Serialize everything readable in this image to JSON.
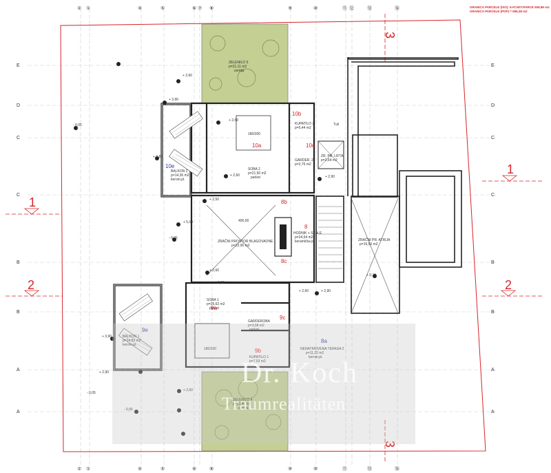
{
  "legend": {
    "line1": "GRANICA PARCELE (ISO): KAT.NST.PARCE 509,86 m2",
    "line2": "GRANICA PARCELE (POP) = 596,38 m2"
  },
  "axes_top": [
    "②",
    "①",
    "④",
    "⑤",
    "⑥",
    "⑦",
    "⑧",
    "⑨",
    "⑩",
    "⑪",
    "⑫",
    "⑬",
    "⑭"
  ],
  "axes_side": [
    "E",
    "D",
    "C",
    "C",
    "B",
    "B",
    "A",
    "A"
  ],
  "section_marks": {
    "three_top": "3",
    "three_bottom": "3",
    "one_left": "1",
    "one_right": "1",
    "two_left": "2",
    "two_right": "2"
  },
  "rooms": {
    "green_top": {
      "name": "ZELENILO 5",
      "area": "p=21,11 m2",
      "floor": "zemlja"
    },
    "green_bottom": {
      "name": "ZELENILO 4",
      "area": "p=21,40 m2",
      "floor": "zemlja"
    },
    "balkon2": {
      "name": "BALKON 2",
      "area": "p=14,36 m2",
      "floor": "kerom.pl.",
      "tag": "10e"
    },
    "balkon1": {
      "name": "BALKON 1",
      "area": "p=14,83 m2",
      "floor": "kerom.pl.",
      "tag": "9e"
    },
    "soba2": {
      "name": "SOBA 2",
      "area": "p=21,50 m2",
      "floor": "parket",
      "tag": "10a"
    },
    "soba1": {
      "name": "SOBA 1",
      "area": "p=25,62 m2",
      "floor": "parket",
      "tag": "9a"
    },
    "kupatilo2": {
      "name": "KUPATILO 2",
      "area": "p=5,44 m2",
      "tag": "10b"
    },
    "kupatilo1": {
      "name": "KUPATILO 1",
      "area": "p=7,53 m2",
      "tag": "9b"
    },
    "garder2": {
      "name": "GARDER. 2",
      "area": "p=2,76 m2",
      "tag": "10c"
    },
    "garderoba": {
      "name": "GARDEROBA",
      "area": "p=3,58 m2",
      "floor": "parket",
      "tag": "9c"
    },
    "lift": {
      "name": "ZR. PR. LIFTA",
      "area": "p=2,64 m2"
    },
    "light_well": {
      "name": "ZRAČNI PROSTOR BLAGOVAONE",
      "area": "p=22,06 m2",
      "dim": "400,00"
    },
    "hodnik": {
      "name": "HODNIK + SKALE",
      "area": "p=24,54 m2",
      "floor": "keramička pl.",
      "tag": "8"
    },
    "atrij": {
      "name": "ZRAČNI PR. ATRIJA",
      "area": "p=16,56 m2"
    },
    "terasa2": {
      "name": "NENATKRIVENA TERASA 2",
      "area": "p=11,22 m2",
      "floor": "kerom.pl.",
      "tag": "8a"
    },
    "tag_8b": "8b",
    "tag_8c": "8c"
  },
  "levels": [
    "+ 2,60",
    "+ 3,90",
    "+ 3,80",
    "+ 5,00",
    "+ 2,90",
    "- 0,05",
    "+ 2,50",
    "+ 2,60",
    "± 0,00",
    "+ 2,90",
    "+ 3,90",
    "+ 2,60",
    "- 0,05",
    "- 0,05",
    "- 0,06",
    "+ 2,60",
    "+ 2,60",
    "+ 2,60",
    "+ 0,10",
    "+ 2,90"
  ],
  "furniture": {
    "bed_top": "180/200",
    "bed_bottom": "180/200",
    "tuš": "Tuš"
  },
  "watermark": {
    "title": "Dr. Koch",
    "subtitle": "Traumrealitäten"
  }
}
